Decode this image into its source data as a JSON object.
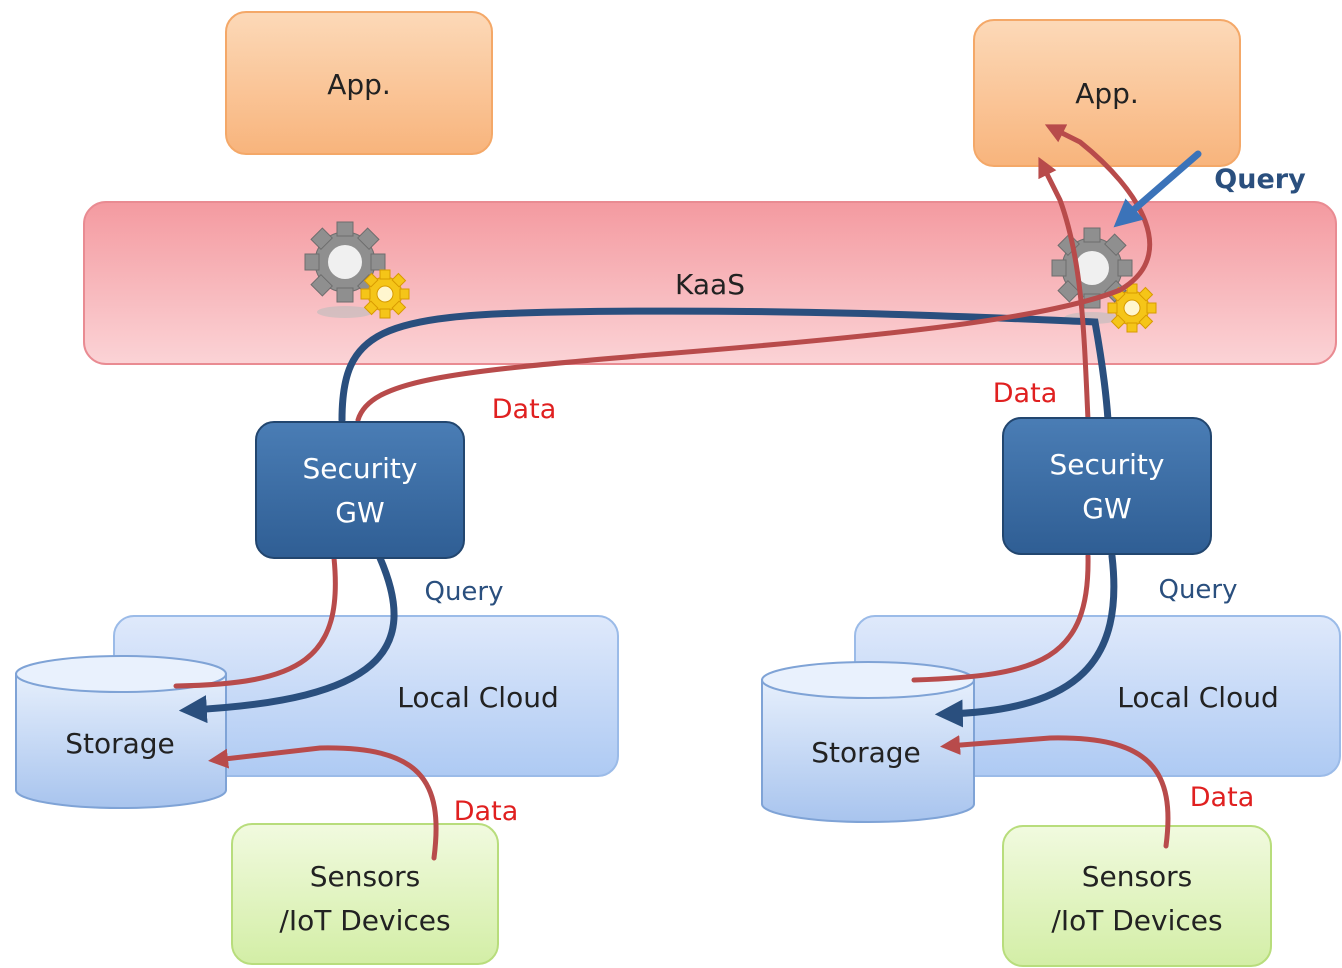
{
  "kaas": {
    "label": "KaaS"
  },
  "left": {
    "app": "App.",
    "gateway": [
      "Security",
      "GW"
    ],
    "query_label": "Query",
    "data_label_top": "Data",
    "local_cloud": "Local Cloud",
    "storage": "Storage",
    "data_label_bottom": "Data",
    "sensors": [
      "Sensors",
      "/IoT Devices"
    ]
  },
  "right": {
    "app": "App.",
    "query_label_top": "Query",
    "data_label_top": "Data",
    "gateway": [
      "Security",
      "GW"
    ],
    "query_label": "Query",
    "local_cloud": "Local Cloud",
    "storage": "Storage",
    "data_label_bottom": "Data",
    "sensors": [
      "Sensors",
      "/IoT Devices"
    ]
  },
  "colors": {
    "app_fill": "#fbc89a",
    "kaas_fill": "#f7b2b6",
    "gateway_fill": "#3d6ea5",
    "cloud_fill": "#c9dbf7",
    "sensor_fill": "#e4f5c4",
    "data_arrow": "#b84b4b",
    "query_arrow": "#2a4f7e",
    "data_text": "#e02020",
    "query_text": "#2a4f7e"
  },
  "icons": [
    "gear-icon",
    "gear-icon"
  ]
}
